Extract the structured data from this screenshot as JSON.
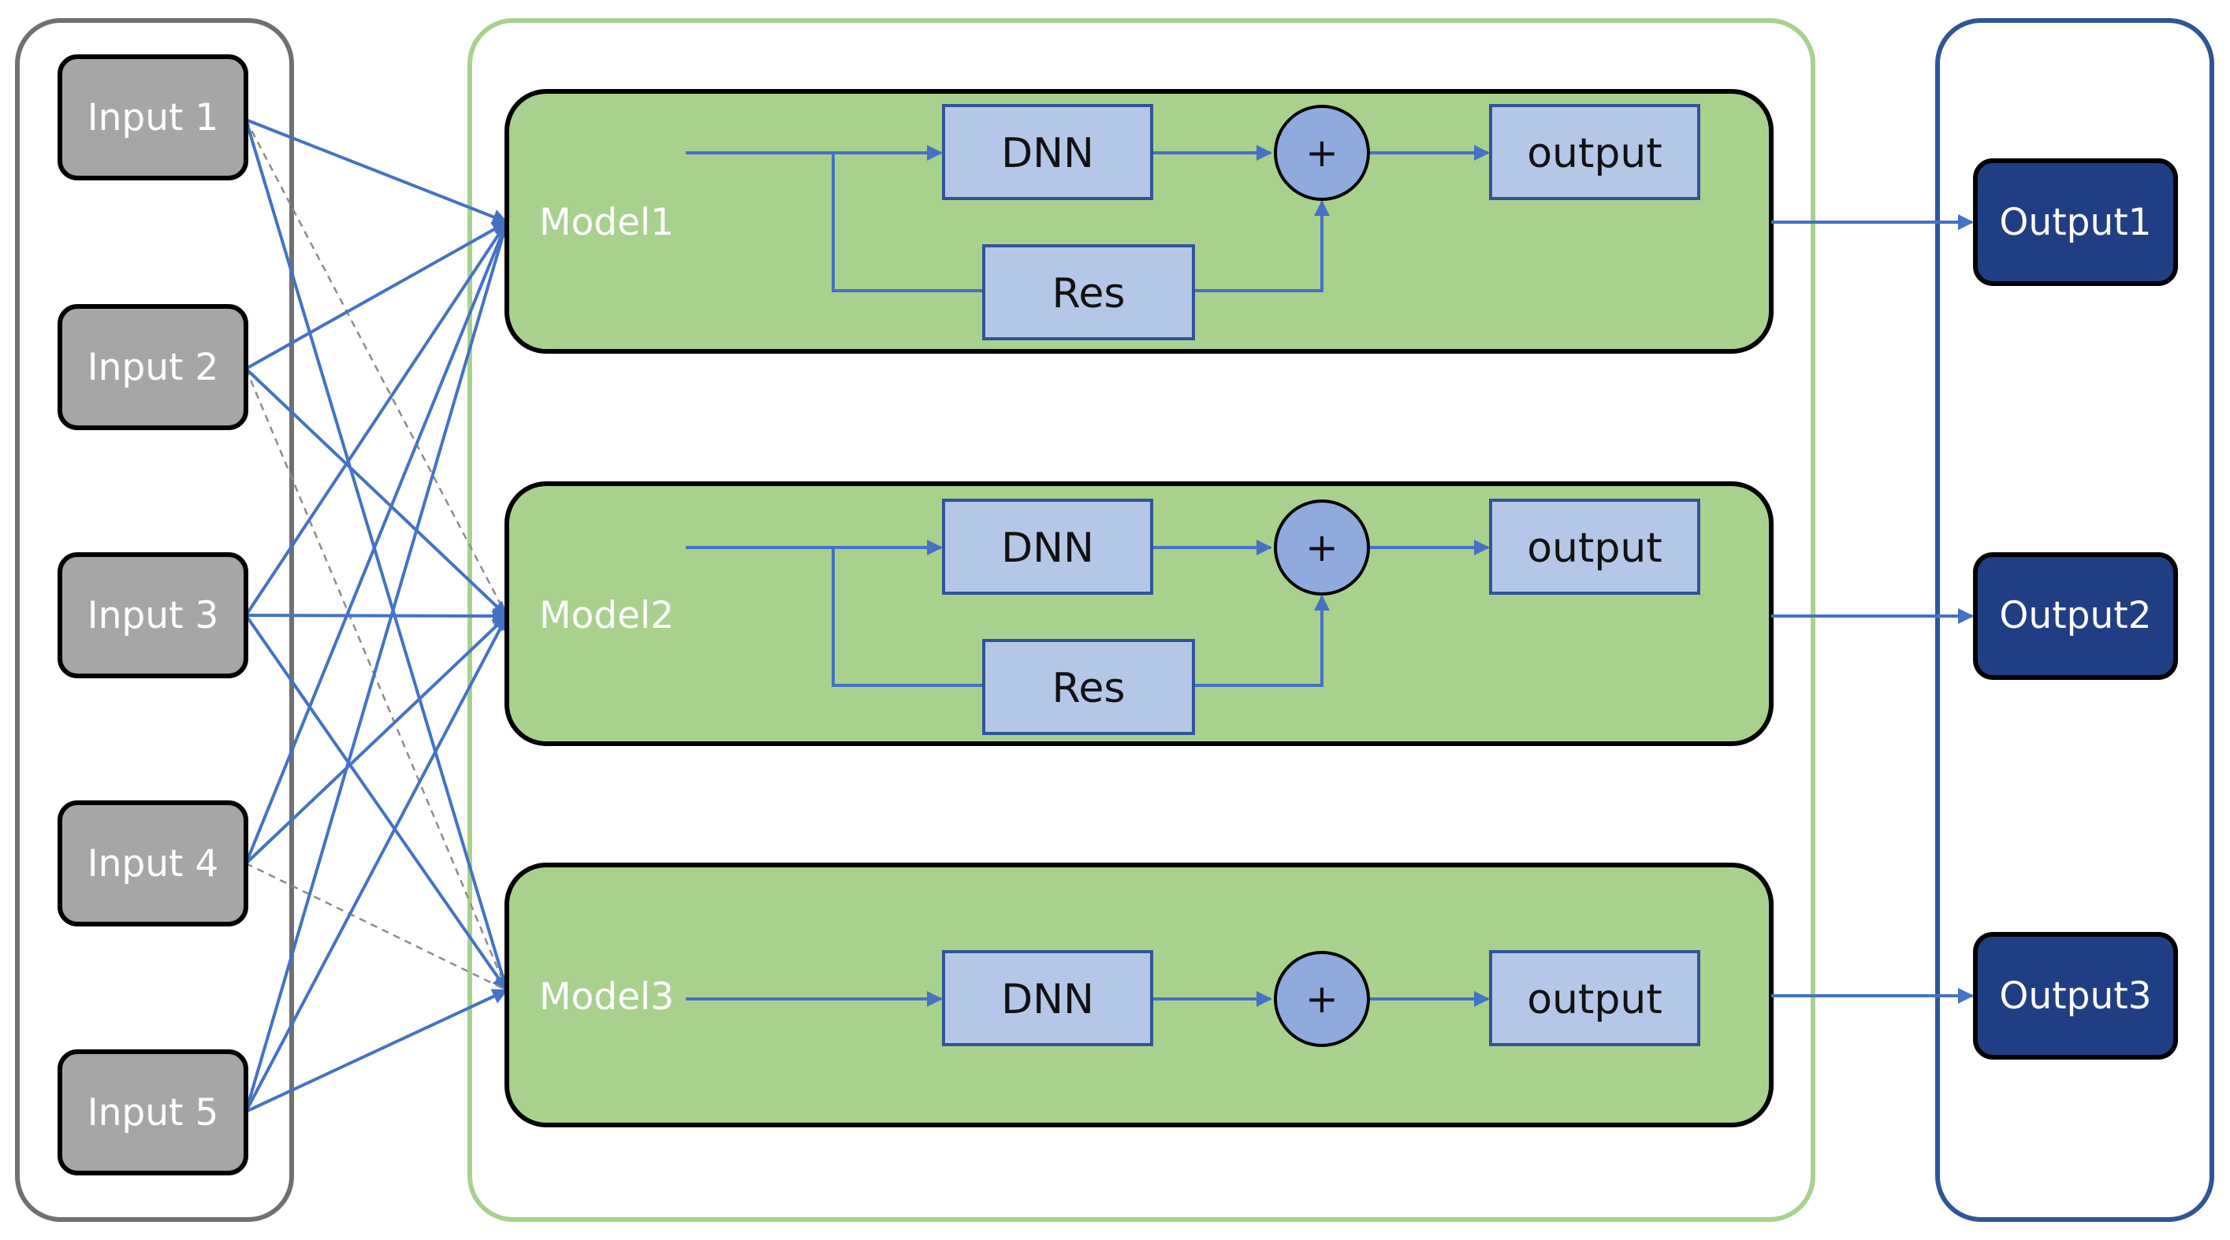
{
  "inputs": [
    "Input 1",
    "Input 2",
    "Input 3",
    "Input 4",
    "Input 5"
  ],
  "models": [
    {
      "name": "Model1",
      "dnn": "DNN",
      "res": "Res",
      "plus": "+",
      "output": "output",
      "has_res": true
    },
    {
      "name": "Model2",
      "dnn": "DNN",
      "res": "Res",
      "plus": "+",
      "output": "output",
      "has_res": true
    },
    {
      "name": "Model3",
      "dnn": "DNN",
      "plus": "+",
      "output": "output",
      "has_res": false
    }
  ],
  "outputs": [
    "Output1",
    "Output2",
    "Output3"
  ],
  "colors": {
    "input_fill": "#a6a6a6",
    "input_panel_border": "#707070",
    "model_panel_border": "#a9d18e",
    "model_fill": "#a9d18e",
    "inner_box_fill": "#b4c7e7",
    "inner_box_border": "#2f5597",
    "plus_fill": "#8faadc",
    "output_fill": "#203e83",
    "output_panel_border": "#2f5597",
    "connector": "#4472c4",
    "dashed_connector": "#8c8c8c"
  }
}
